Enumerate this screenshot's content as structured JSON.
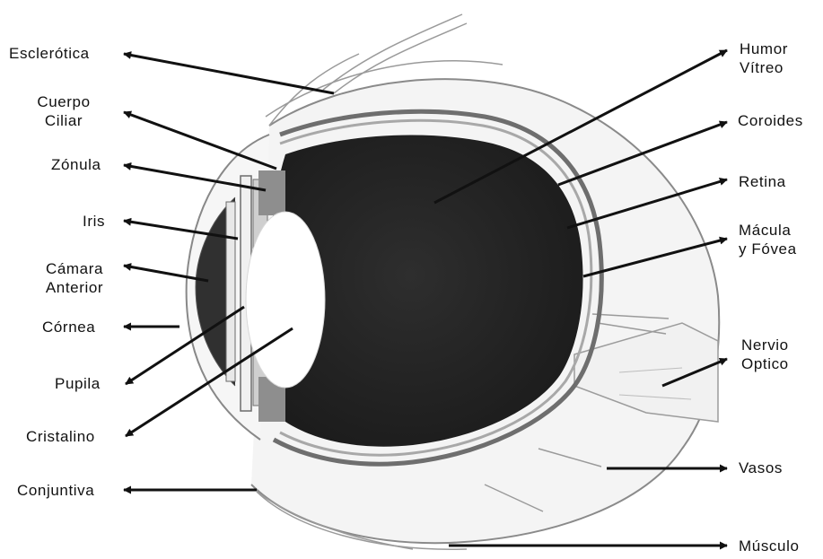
{
  "colors": {
    "background": "#ffffff",
    "vitreous": "#262626",
    "lens": "#ffffff",
    "sclera_line": "#6f6f6f",
    "arrow": "#111111",
    "label": "#111111"
  },
  "labels": {
    "esclerotica": "Esclerótica",
    "cuerpo_ciliar_1": "Cuerpo",
    "cuerpo_ciliar_2": "Ciliar",
    "zonula": "Zónula",
    "iris": "Iris",
    "camara_anterior_1": "Cámara",
    "camara_anterior_2": "Anterior",
    "cornea": "Córnea",
    "pupila": "Pupila",
    "cristalino": "Cristalino",
    "conjuntiva": "Conjuntiva",
    "humor_vitreo_1": "Humor",
    "humor_vitreo_2": "Vítreo",
    "coroides": "Coroides",
    "retina": "Retina",
    "macula_fovea_1": "Mácula",
    "macula_fovea_2": "y Fóvea",
    "nervio_optico_1": "Nervio",
    "nervio_optico_2": "Optico",
    "vasos": "Vasos",
    "musculo": "Músculo"
  }
}
